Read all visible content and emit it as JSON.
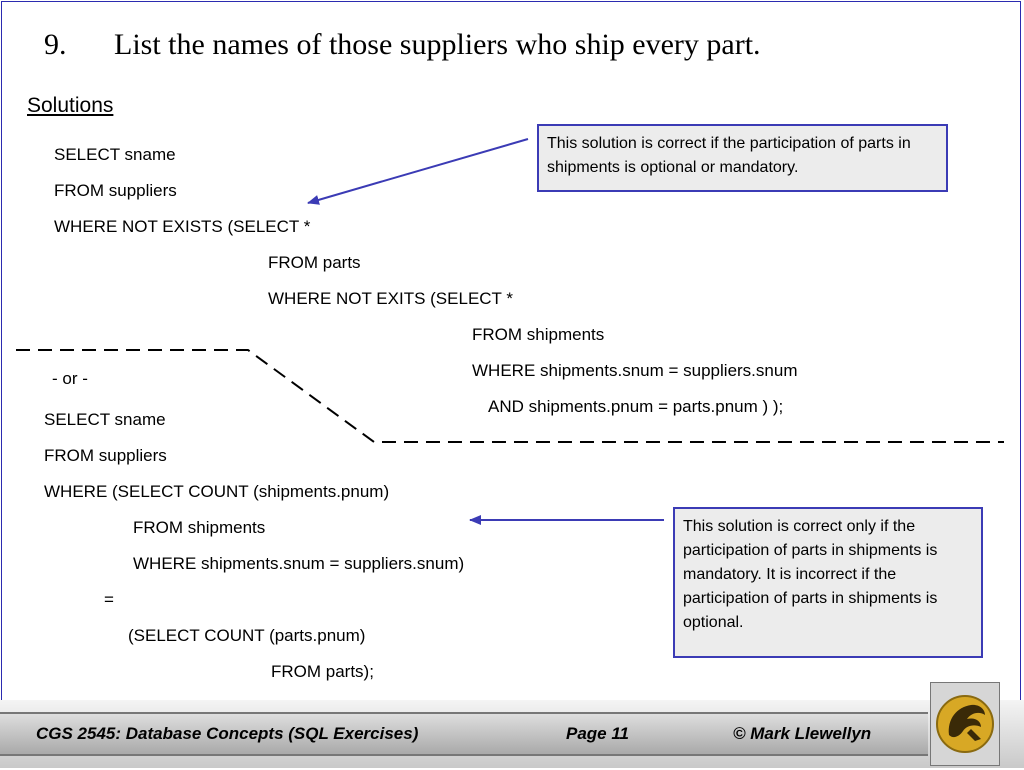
{
  "title": {
    "number": "9.",
    "text": "List the names of those suppliers who ship every part."
  },
  "solutions_heading": "Solutions",
  "query1": {
    "l1": "SELECT sname",
    "l2": "FROM suppliers",
    "l3": "WHERE  NOT EXISTS (SELECT *",
    "l4": "FROM parts",
    "l5": "WHERE NOT EXITS (SELECT *",
    "l6": "FROM shipments",
    "l7": "WHERE shipments.snum = suppliers.snum",
    "l8": "AND shipments.pnum = parts.pnum ) );"
  },
  "or_label": "- or -",
  "query2": {
    "l1": "SELECT sname",
    "l2": "FROM suppliers",
    "l3": "WHERE (SELECT COUNT (shipments.pnum)",
    "l4": "FROM shipments",
    "l5": "WHERE shipments.snum = suppliers.snum)",
    "l6": "=",
    "l7": "(SELECT COUNT (parts.pnum)",
    "l8": "FROM parts);"
  },
  "note1": "This solution is correct if the participation of parts in shipments is optional or mandatory.",
  "note2": "This solution is correct only if the participation of parts in shipments is mandatory.  It is incorrect if the participation of parts in shipments is optional.",
  "footer": {
    "course": "CGS 2545: Database Concepts  (SQL Exercises)",
    "page": "Page 11",
    "author": "© Mark Llewellyn"
  },
  "colors": {
    "frame": "#2b2bb0",
    "arrow": "#3b3bb5",
    "note_bg": "#ececec",
    "logo_gold": "#d8a825"
  },
  "icons": {
    "logo": "pegasus-logo-icon"
  }
}
